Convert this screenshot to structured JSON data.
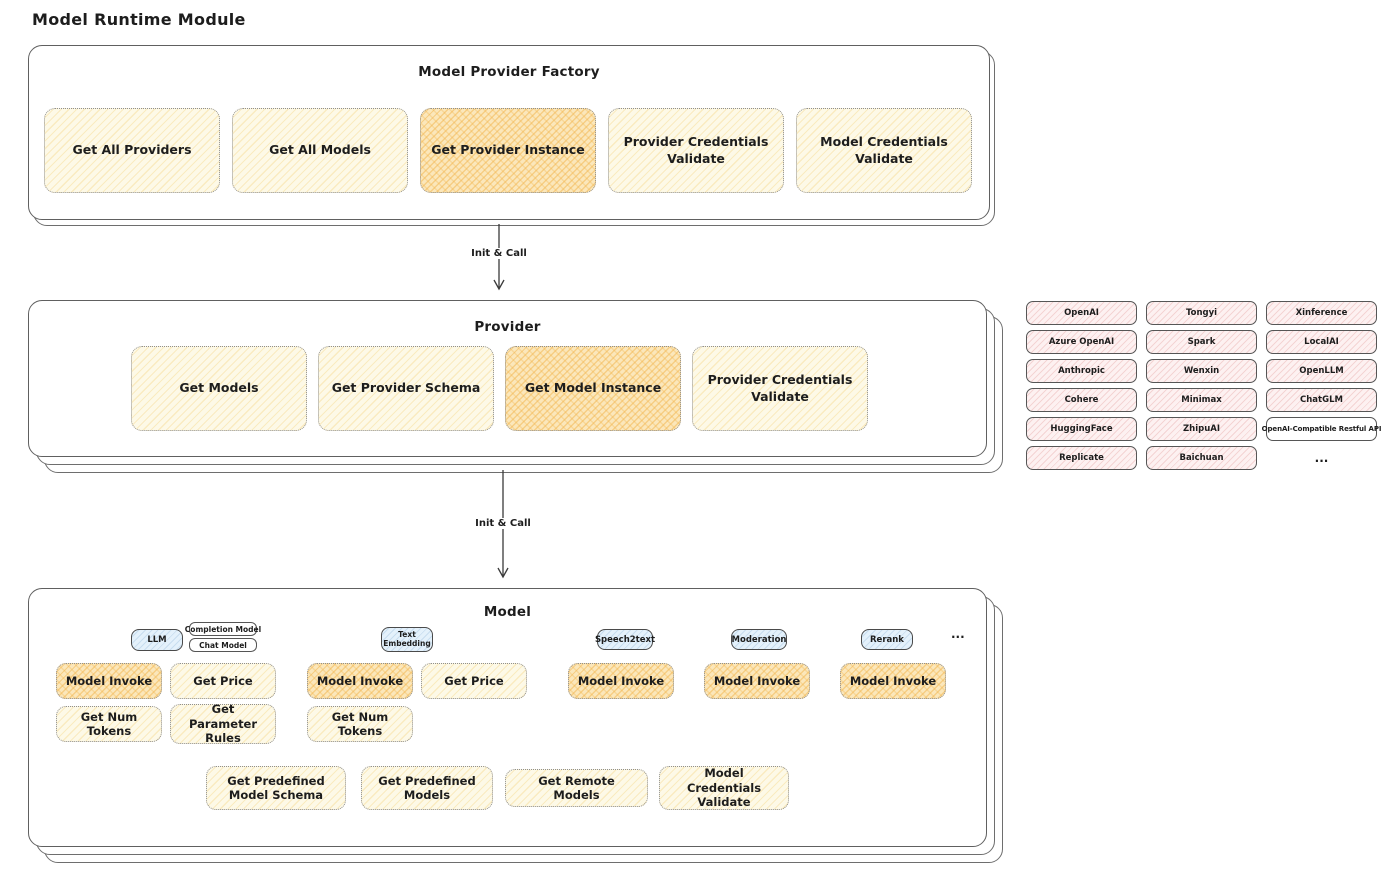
{
  "title": "Model Runtime Module",
  "arrows": [
    {
      "label": "Init & Call"
    },
    {
      "label": "Init & Call"
    }
  ],
  "factory": {
    "title": "Model Provider Factory",
    "buttons": [
      {
        "label": "Get All Providers",
        "highlight": false
      },
      {
        "label": "Get All Models",
        "highlight": false
      },
      {
        "label": "Get Provider Instance",
        "highlight": true
      },
      {
        "label": "Provider Credentials Validate",
        "highlight": false
      },
      {
        "label": "Model Credentials Validate",
        "highlight": false
      }
    ]
  },
  "provider": {
    "title": "Provider",
    "buttons": [
      {
        "label": "Get Models",
        "highlight": false
      },
      {
        "label": "Get Provider Schema",
        "highlight": false
      },
      {
        "label": "Get Model Instance",
        "highlight": true
      },
      {
        "label": "Provider Credentials Validate",
        "highlight": false
      }
    ]
  },
  "provider_catalog": {
    "columns": [
      [
        "OpenAI",
        "Azure OpenAI",
        "Anthropic",
        "Cohere",
        "HuggingFace",
        "Replicate"
      ],
      [
        "Tongyi",
        "Spark",
        "Wenxin",
        "Minimax",
        "ZhipuAI",
        "Baichuan"
      ],
      [
        "Xinference",
        "LocalAI",
        "OpenLLM",
        "ChatGLM",
        "OpenAI-Compatible Restful API",
        "..."
      ]
    ]
  },
  "model": {
    "title": "Model",
    "ellipsis": "...",
    "groups": [
      {
        "name": "llm",
        "tabs": [
          {
            "label": "LLM",
            "style": "blue"
          },
          {
            "label": "Completion Model",
            "style": "white"
          },
          {
            "label": "Chat Model",
            "style": "white"
          }
        ],
        "buttons": [
          {
            "label": "Model Invoke",
            "highlight": true
          },
          {
            "label": "Get Price",
            "highlight": false
          },
          {
            "label": "Get Num Tokens",
            "highlight": false
          },
          {
            "label": "Get Parameter Rules",
            "highlight": false
          }
        ]
      },
      {
        "name": "text-embedding",
        "tabs": [
          {
            "label": "Text Embedding",
            "style": "blue-two-line"
          }
        ],
        "buttons": [
          {
            "label": "Model Invoke",
            "highlight": true
          },
          {
            "label": "Get Price",
            "highlight": false
          },
          {
            "label": "Get Num Tokens",
            "highlight": false
          }
        ]
      },
      {
        "name": "speech2text",
        "tabs": [
          {
            "label": "Speech2text",
            "style": "blue"
          }
        ],
        "buttons": [
          {
            "label": "Model Invoke",
            "highlight": true
          }
        ]
      },
      {
        "name": "moderation",
        "tabs": [
          {
            "label": "Moderation",
            "style": "blue"
          }
        ],
        "buttons": [
          {
            "label": "Model Invoke",
            "highlight": true
          }
        ]
      },
      {
        "name": "rerank",
        "tabs": [
          {
            "label": "Rerank",
            "style": "blue"
          }
        ],
        "buttons": [
          {
            "label": "Model Invoke",
            "highlight": true
          }
        ]
      }
    ],
    "shared_buttons": [
      {
        "label": "Get Predefined Model Schema"
      },
      {
        "label": "Get Predefined Models"
      },
      {
        "label": "Get Remote Models"
      },
      {
        "label": "Model Credentials Validate"
      }
    ]
  },
  "colors": {
    "node_yellow": "#fdf9e7",
    "node_highlight": "#fbe7bb",
    "chip_pink": "#fdf1f1",
    "tab_blue": "#e4f1fb",
    "box_border": "#606060"
  }
}
